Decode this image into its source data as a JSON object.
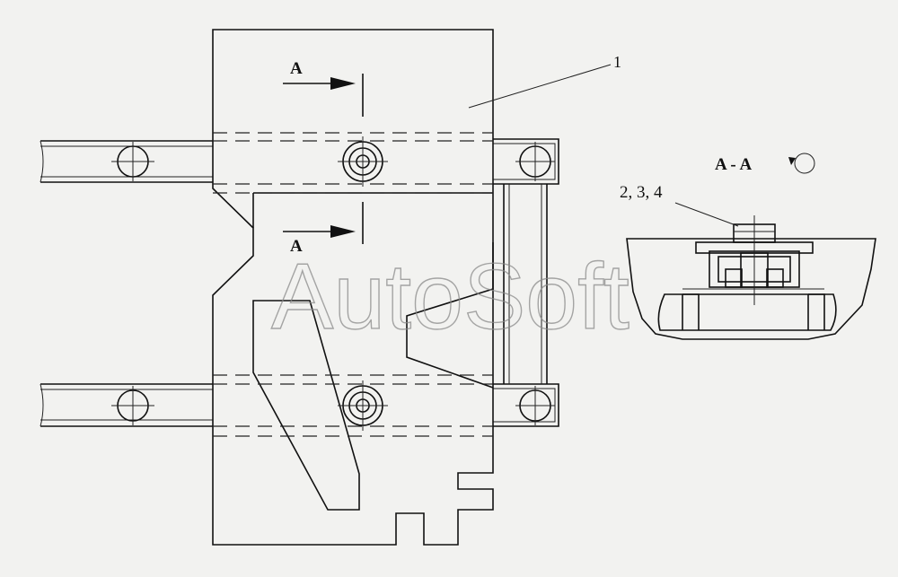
{
  "labels": {
    "arrow_top": "A",
    "arrow_bottom": "A",
    "part_1": "1",
    "section_title": "A - A",
    "fasteners": "2, 3, 4"
  },
  "watermark": "AutoSoft",
  "colors": {
    "background": "#f2f2f0",
    "line": "#111111",
    "watermark": "#8a8a8a"
  }
}
